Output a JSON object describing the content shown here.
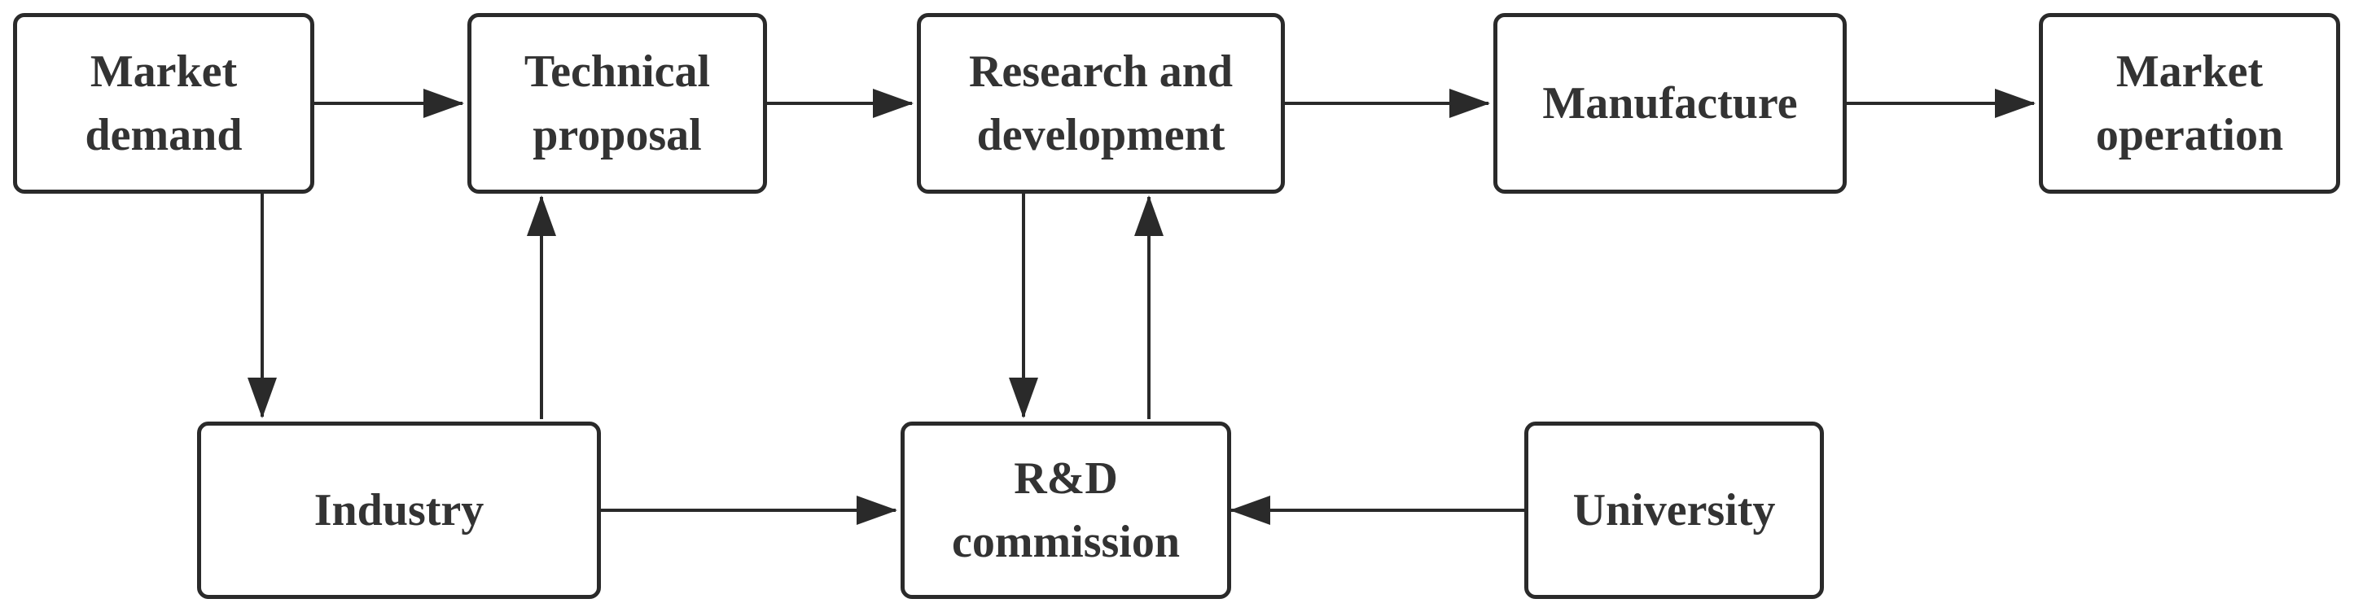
{
  "colors": {
    "stroke": "#2a2a2a",
    "text": "#333333",
    "fill": "#ffffff"
  },
  "nodes": {
    "market_demand": {
      "lines": [
        "Market",
        "demand"
      ]
    },
    "technical_proposal": {
      "lines": [
        "Technical",
        "proposal"
      ]
    },
    "research_development": {
      "lines": [
        "Research and",
        "development"
      ]
    },
    "manufacture": {
      "lines": [
        "Manufacture"
      ]
    },
    "market_operation": {
      "lines": [
        "Market",
        "operation"
      ]
    },
    "industry": {
      "lines": [
        "Industry"
      ]
    },
    "rd_commission": {
      "lines": [
        "R&D",
        "commission"
      ]
    },
    "university": {
      "lines": [
        "University"
      ]
    }
  }
}
